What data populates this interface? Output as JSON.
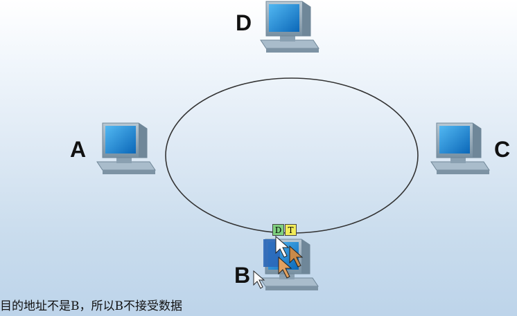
{
  "nodes": {
    "a": {
      "label": "A"
    },
    "b": {
      "label": "B"
    },
    "c": {
      "label": "C"
    },
    "d": {
      "label": "D"
    }
  },
  "frame": {
    "dest_label": "D",
    "tail_label": "T"
  },
  "caption": "目的地址不是B，所以B不接受数据",
  "colors": {
    "ring": "#333333",
    "monitor_screen": "#1a8fdc",
    "monitor_body": "#8aa3b5",
    "frame_dest": "#7fd07f",
    "frame_tail": "#f2ec5a"
  }
}
